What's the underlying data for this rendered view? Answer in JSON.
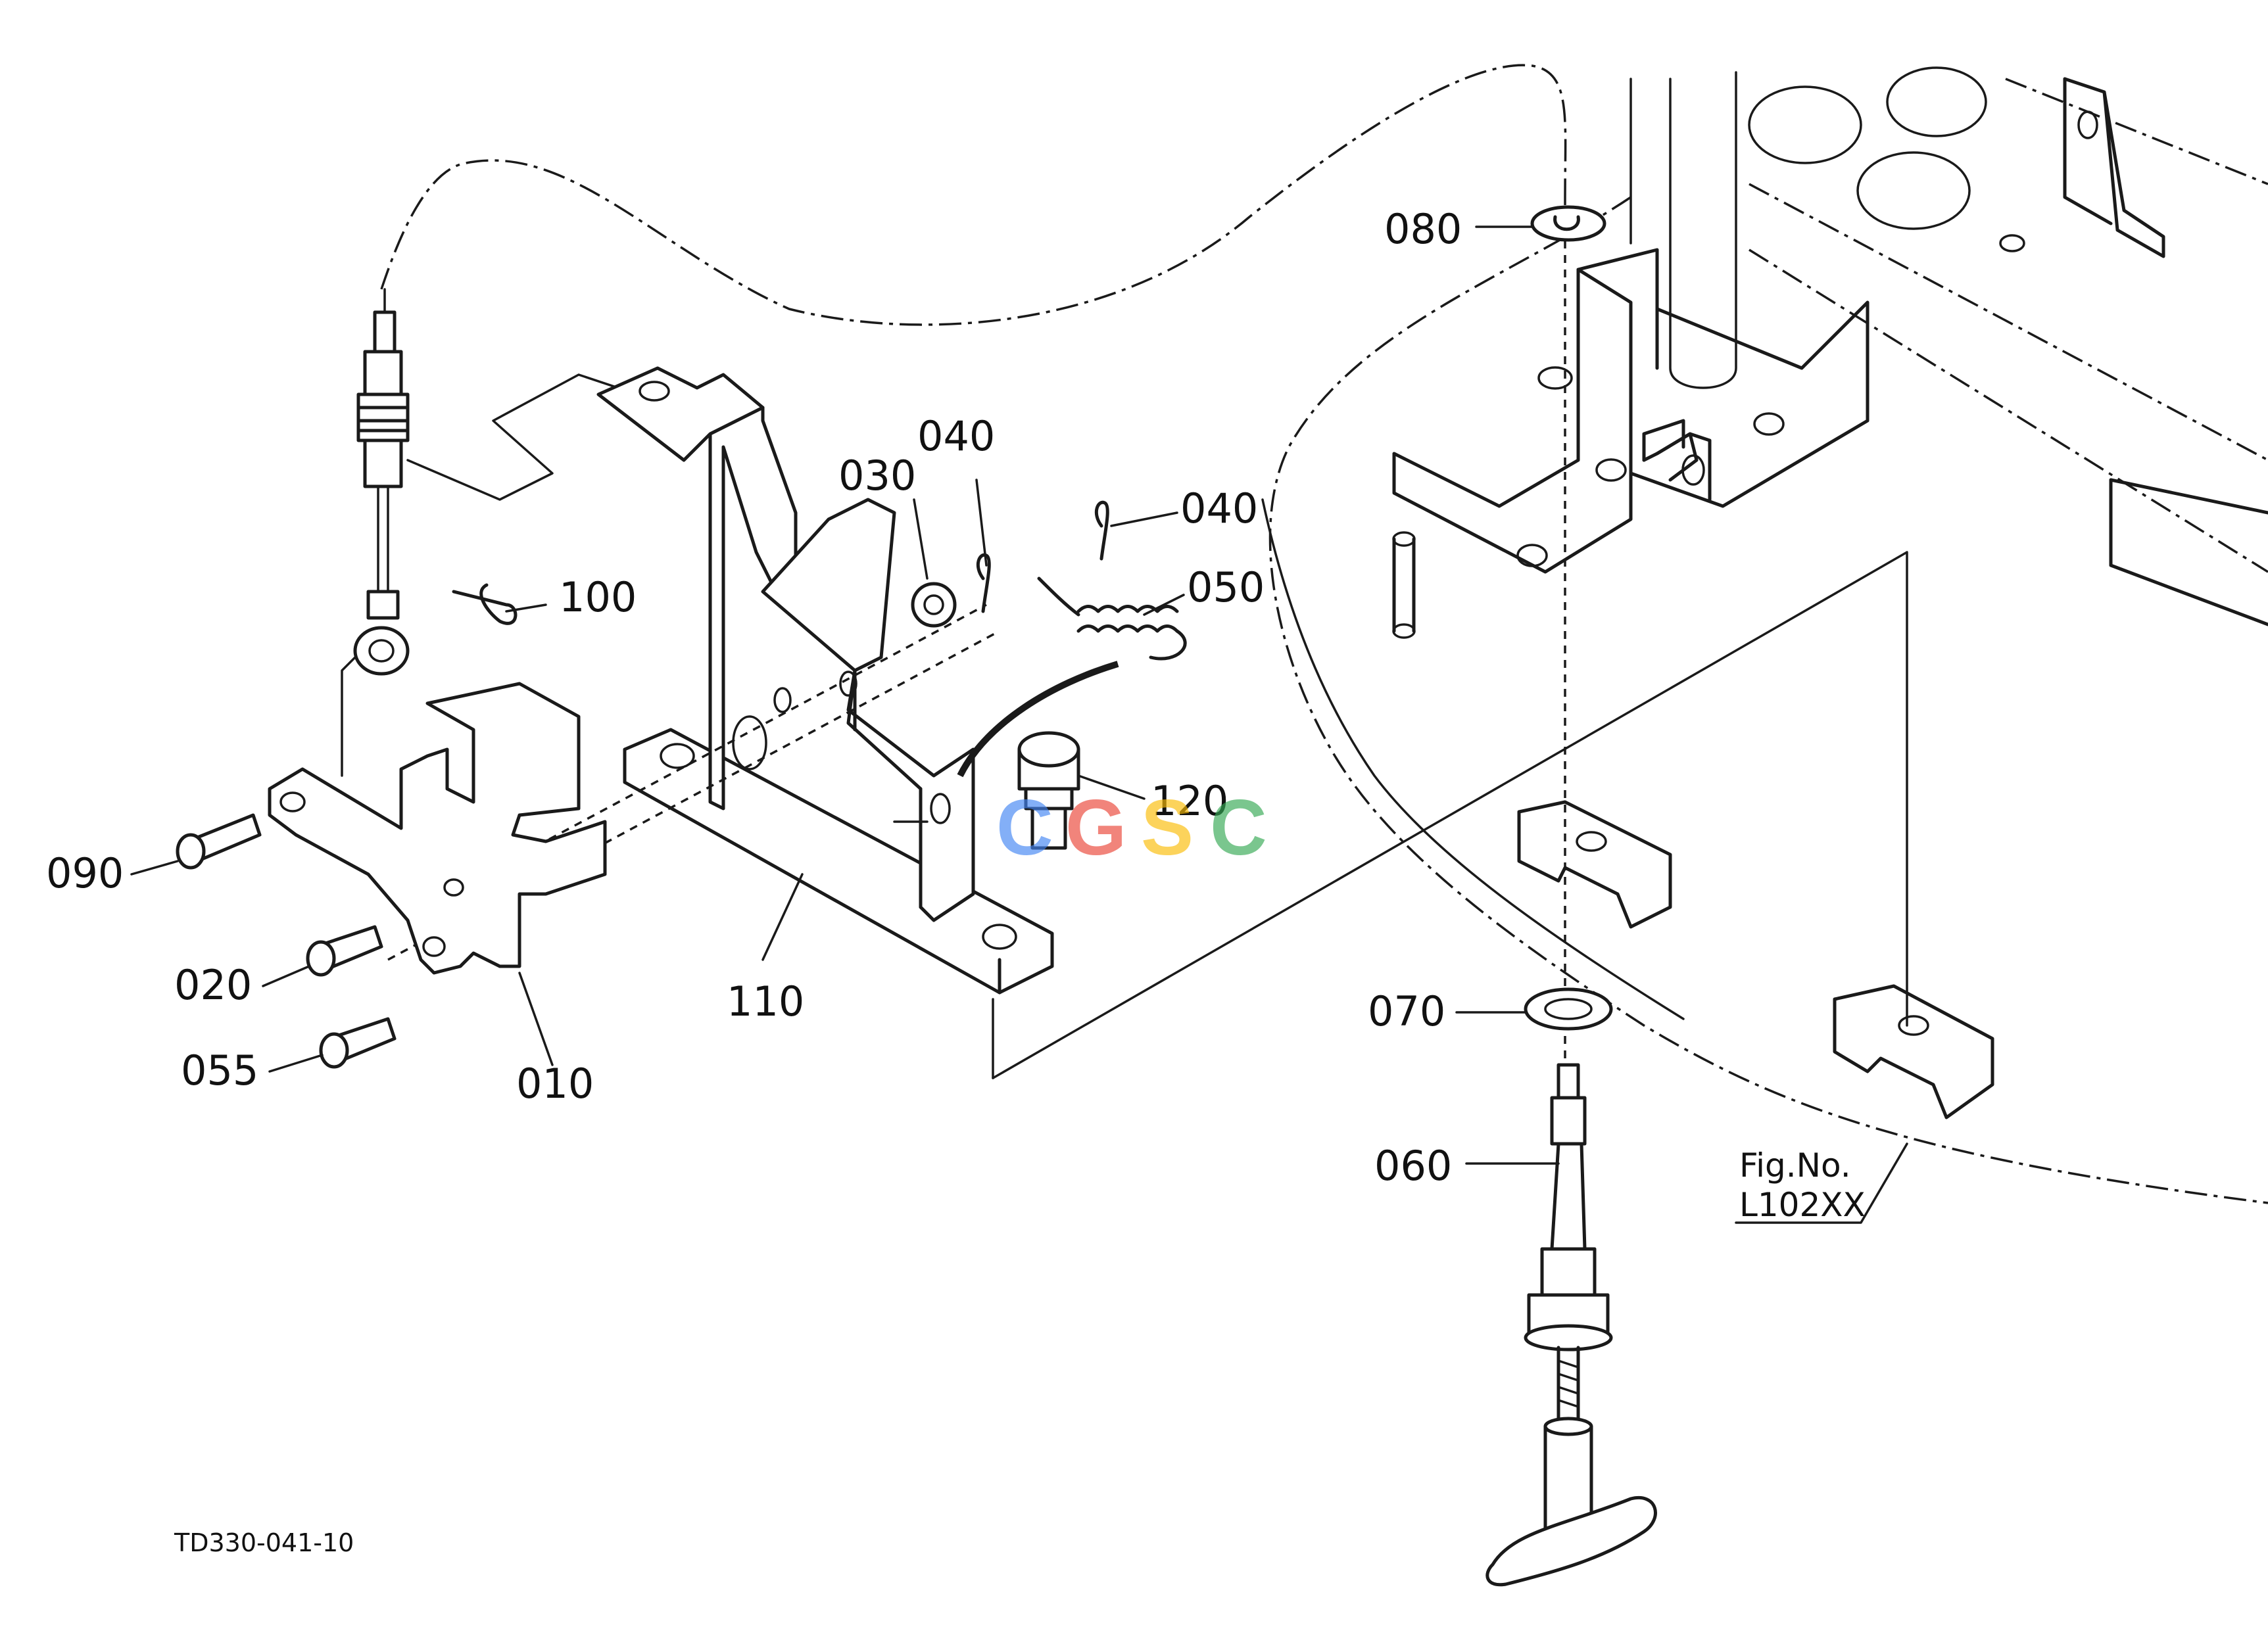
{
  "labels": {
    "p080": "080",
    "p040a": "040",
    "p030": "030",
    "p040b": "040",
    "p050": "050",
    "p100": "100",
    "p120": "120",
    "p090": "090",
    "p020": "020",
    "p055": "055",
    "p010": "010",
    "p110": "110",
    "p070": "070",
    "p060": "060"
  },
  "figure_ref": {
    "line1": "Fig.No.",
    "line2": "L102XX"
  },
  "drawing_code": "TD330-041-10",
  "watermark": {
    "letters": [
      "C",
      "G",
      "S",
      "C"
    ],
    "colors": [
      "#4285F4",
      "#EA4335",
      "#FBBC05",
      "#34A853"
    ]
  }
}
